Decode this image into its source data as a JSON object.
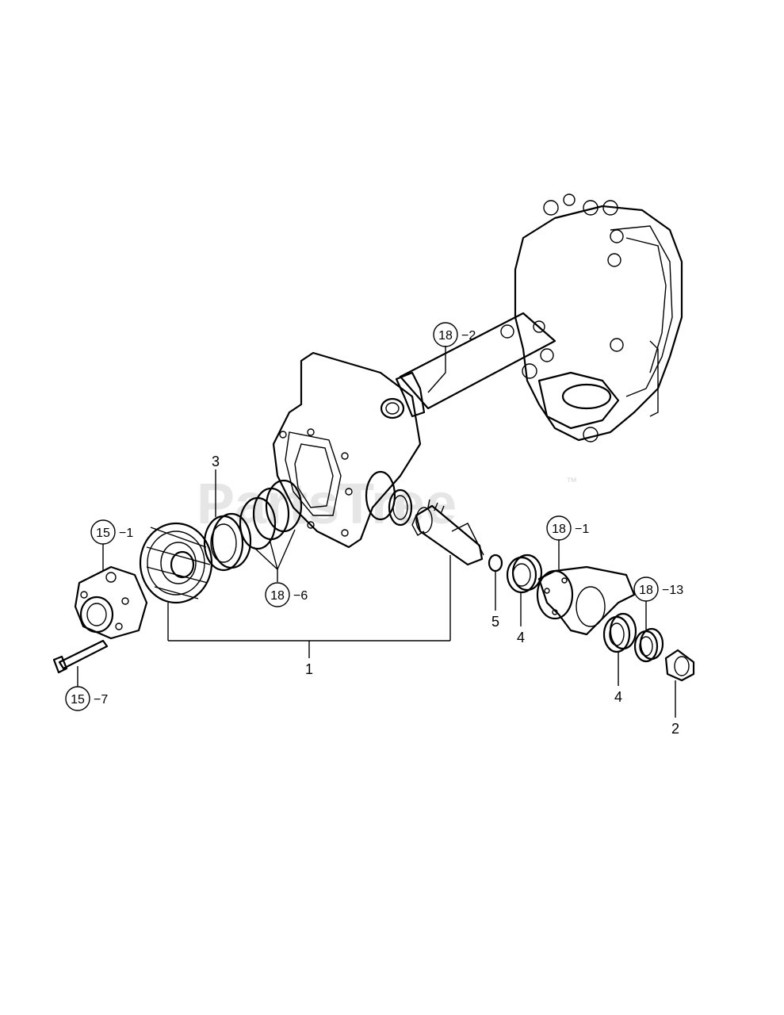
{
  "watermark": {
    "text": "PartsTree",
    "tm": "™"
  },
  "callouts": {
    "c18_2": {
      "circle": "18",
      "suffix": "−2"
    },
    "c18_1": {
      "circle": "18",
      "suffix": "−1"
    },
    "c18_6": {
      "circle": "18",
      "suffix": "−6"
    },
    "c18_13": {
      "circle": "18",
      "suffix": "−13"
    },
    "c15_1": {
      "circle": "15",
      "suffix": "−1"
    },
    "c15_7": {
      "circle": "15",
      "suffix": "−7"
    }
  },
  "labels": {
    "n1": "1",
    "n2": "2",
    "n3": "3",
    "n4a": "4",
    "n4b": "4",
    "n5": "5"
  }
}
